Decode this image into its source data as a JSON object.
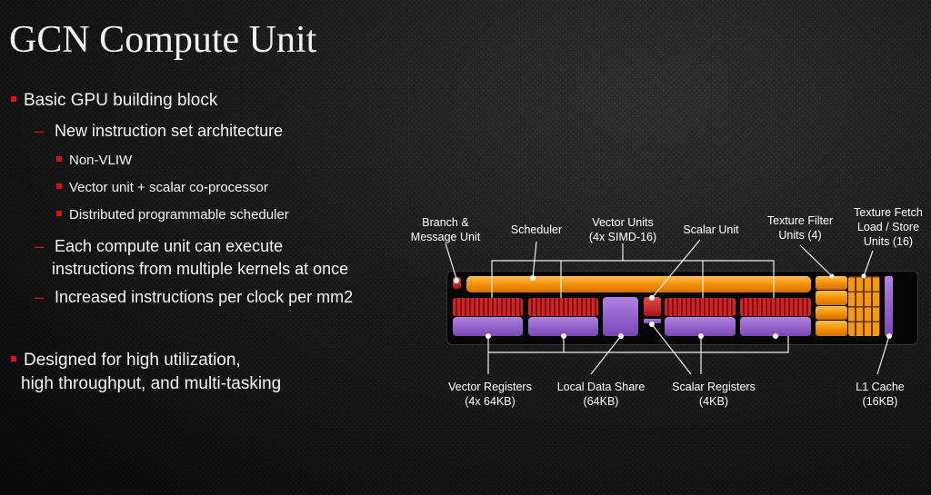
{
  "title": "GCN Compute Unit",
  "bullets": [
    {
      "text": "Basic GPU building block",
      "children": [
        {
          "text": "New instruction set architecture",
          "children": [
            {
              "text": "Non-VLIW"
            },
            {
              "text": "Vector unit + scalar co-processor"
            },
            {
              "text": "Distributed programmable scheduler"
            }
          ]
        },
        {
          "text": "Each compute unit can execute",
          "text2": "instructions from multiple kernels at once"
        },
        {
          "text": "Increased instructions per clock per mm2"
        }
      ]
    },
    {
      "text": "Designed for high utilization,",
      "text2": "high throughput, and multi-tasking"
    }
  ],
  "diagram": {
    "branch": {
      "l1": "Branch &",
      "l2": "Message Unit"
    },
    "scheduler": "Scheduler",
    "vector_units": {
      "l1": "Vector Units",
      "l2": "(4x SIMD-16)"
    },
    "scalar_unit": "Scalar Unit",
    "texture_filter": {
      "l1": "Texture Filter",
      "l2": "Units (4)"
    },
    "texture_fetch": {
      "l1": "Texture Fetch",
      "l2": "Load / Store",
      "l3": "Units (16)"
    },
    "vector_registers": {
      "l1": "Vector Registers",
      "l2": "(4x 64KB)"
    },
    "lds": {
      "l1": "Local Data Share",
      "l2": "(64KB)"
    },
    "scalar_registers": {
      "l1": "Scalar Registers",
      "l2": "(4KB)"
    },
    "l1_cache": {
      "l1": "L1 Cache",
      "l2": "(16KB)"
    }
  },
  "colors": {
    "accent": "#e01010",
    "orange": "#f08a00",
    "red": "#c82828",
    "purple": "#9060c8"
  }
}
